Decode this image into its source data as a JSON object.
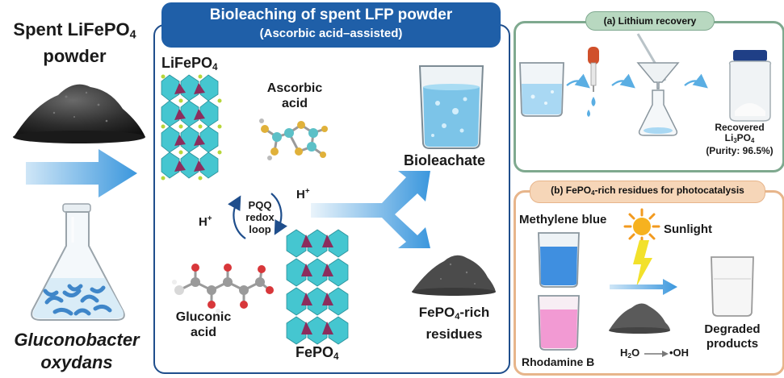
{
  "left": {
    "feed_title_line1": "Spent LiFePO",
    "feed_title_sub": "4",
    "feed_title_line2": "powder",
    "organism_line1": "Gluconobacter",
    "organism_line2": "oxydans"
  },
  "center": {
    "title": "Bioleaching of spent LFP powder",
    "subtitle": "(Ascorbic acid–assisted)",
    "lifepo4_label": "LiFePO",
    "lifepo4_sub": "4",
    "ascorbic_line1": "Ascorbic",
    "ascorbic_line2": "acid",
    "pqq_line1": "PQQ",
    "pqq_line2": "redox",
    "pqq_line3": "loop",
    "hplus_left": "H",
    "hplus_right": "H",
    "hplus_sup": "+",
    "gluconic_line1": "Gluconic",
    "gluconic_line2": "acid",
    "fepo4_label": "FePO",
    "fepo4_sub": "4",
    "bioleachate": "Bioleachate",
    "residue_line1_main": "FePO",
    "residue_line1_sub": "4",
    "residue_line1_tail": "-rich",
    "residue_line2": "residues"
  },
  "panel_a": {
    "title": "(a) Lithium recovery",
    "recovered_line1": "Recovered",
    "recovered_line2_main": "Li",
    "recovered_line2_sub1": "3",
    "recovered_line2_mid": "PO",
    "recovered_line2_sub2": "4",
    "purity": "(Purity: 96.5%)"
  },
  "panel_b": {
    "title_main": "(b) FePO",
    "title_sub": "4",
    "title_tail": "-rich residues for photocatalysis",
    "methylene_blue": "Methylene blue",
    "sunlight": "Sunlight",
    "rhodamine_b": "Rhodamine B",
    "reaction_h": "H",
    "reaction_sub": "2",
    "reaction_o": "O",
    "reaction_product": "•OH",
    "degraded_line1": "Degraded",
    "degraded_line2": "products"
  },
  "colors": {
    "center_border": "#1f4e8c",
    "title_bg": "#1f5fa8",
    "panel_a_border": "#7fa98f",
    "panel_a_badge": "#b8d8c0",
    "panel_b_border": "#e7b58b",
    "panel_b_badge": "#f6d6b8",
    "arrow_blue": "#3b97dd",
    "octa_cyan": "#45c6d0",
    "tetra_purple": "#8c2d5d"
  }
}
